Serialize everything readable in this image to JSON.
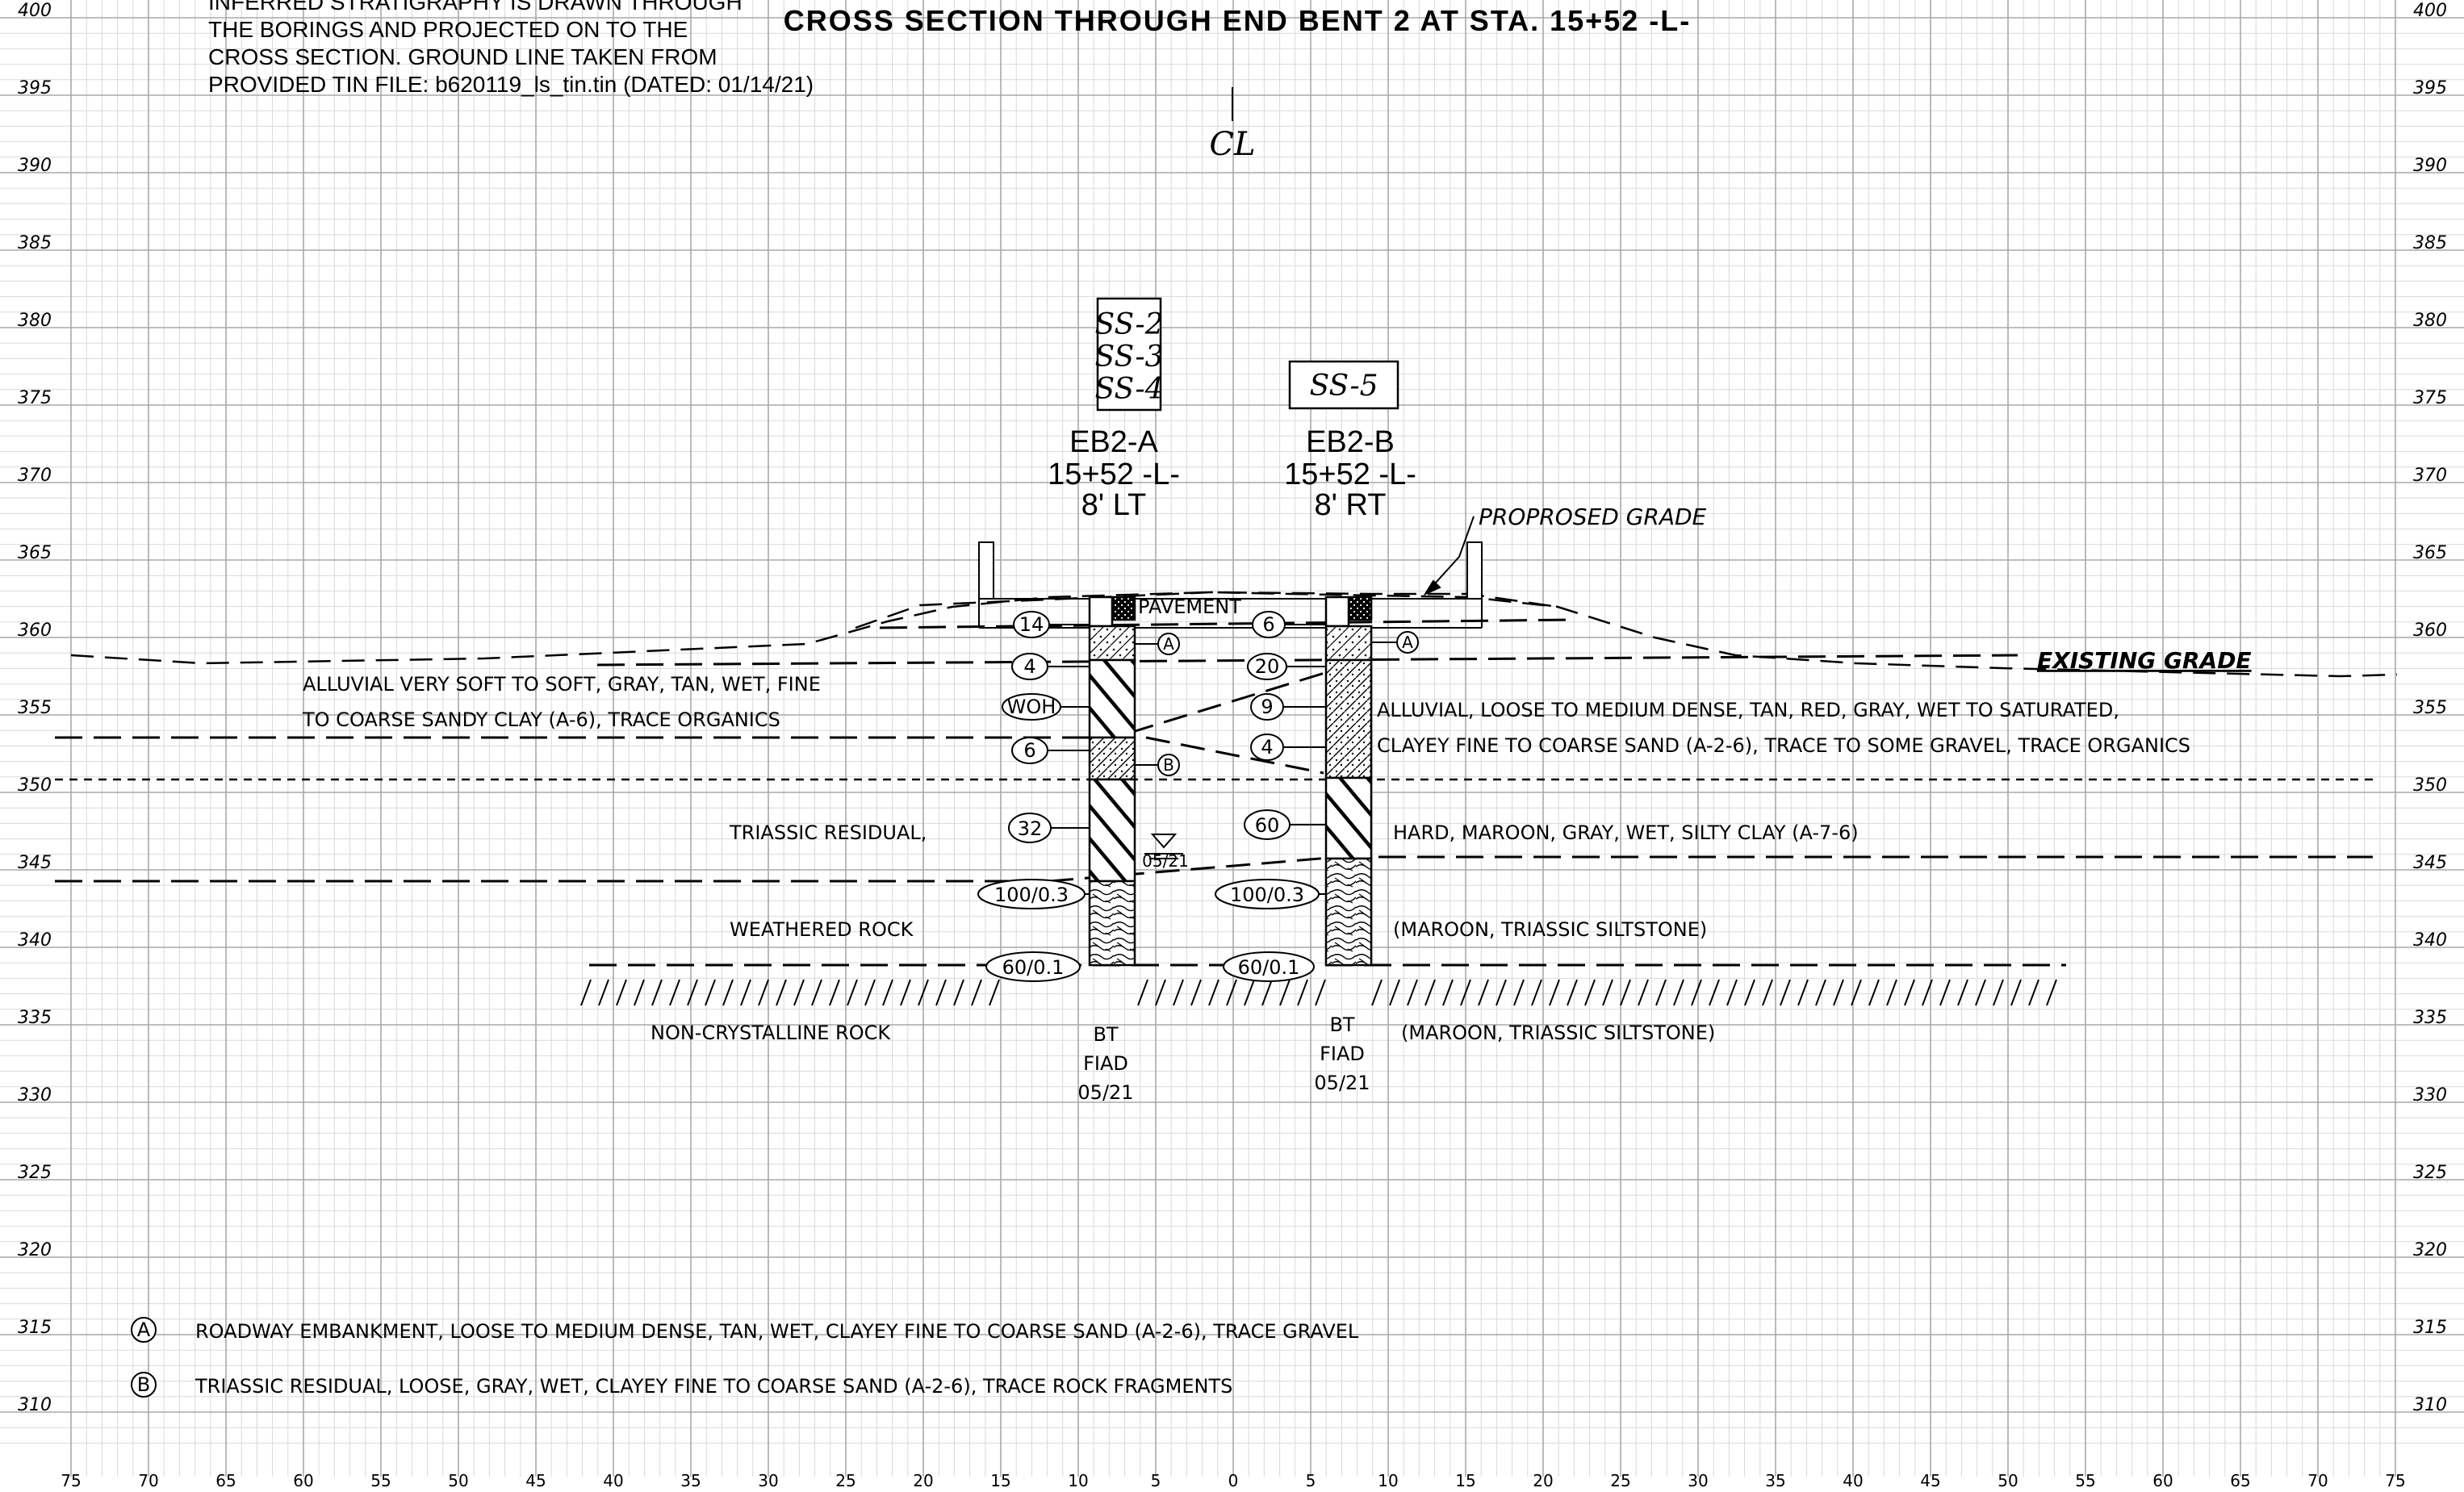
{
  "title": "CROSS SECTION THROUGH END BENT 2 AT STA. 15+52 -L-",
  "note_lines": [
    "INFERRED STRATIGRAPHY IS DRAWN THROUGH",
    "THE BORINGS AND PROJECTED ON TO THE",
    "CROSS SECTION.  GROUND LINE TAKEN FROM",
    "PROVIDED TIN FILE: b620119_ls_tin.tin (DATED: 01/14/21)"
  ],
  "centerline_symbol": "CL",
  "elevation_labels": [
    "400",
    "395",
    "390",
    "385",
    "380",
    "375",
    "370",
    "365",
    "360",
    "355",
    "350",
    "345",
    "340",
    "335",
    "330",
    "325",
    "320",
    "315",
    "310"
  ],
  "offset_labels": [
    "75",
    "70",
    "65",
    "60",
    "55",
    "50",
    "45",
    "40",
    "35",
    "30",
    "25",
    "20",
    "15",
    "10",
    "5",
    "0",
    "5",
    "10",
    "15",
    "20",
    "25",
    "30",
    "35",
    "40",
    "45",
    "50",
    "55",
    "60",
    "65",
    "70",
    "75"
  ],
  "borings": [
    {
      "id": "EB2-A",
      "station": "15+52 -L-",
      "offset": "8' LT",
      "samples": [
        "SS-2",
        "SS-3",
        "SS-4"
      ],
      "blow_counts": [
        "14",
        "4",
        "WOH",
        "6",
        "32",
        "100/0.3",
        "60/0.1"
      ],
      "footer": [
        "BT",
        "FIAD",
        "05/21"
      ],
      "water_date": "05/21"
    },
    {
      "id": "EB2-B",
      "station": "15+52 -L-",
      "offset": "8' RT",
      "samples": [
        "SS-5"
      ],
      "blow_counts": [
        "6",
        "20",
        "9",
        "4",
        "60",
        "100/0.3",
        "60/0.1"
      ],
      "footer": [
        "BT",
        "FIAD",
        "05/21"
      ]
    }
  ],
  "labels": {
    "pavement": "PAVEMENT",
    "proposed_grade": "PROPROSED GRADE",
    "existing_grade": "EXISTING GRADE",
    "left_alluvial_1": "ALLUVIAL  VERY SOFT TO SOFT, GRAY, TAN, WET, FINE",
    "left_alluvial_2": "TO COARSE SANDY CLAY (A-6), TRACE ORGANICS",
    "right_alluvial_1": "ALLUVIAL, LOOSE TO MEDIUM DENSE, TAN, RED, GRAY, WET TO SATURATED,",
    "right_alluvial_2": "CLAYEY FINE TO COARSE SAND (A-2-6), TRACE TO SOME GRAVEL, TRACE ORGANICS",
    "triassic_residual": "TRIASSIC RESIDUAL,",
    "hard_clay": "HARD, MAROON, GRAY, WET, SILTY CLAY (A-7-6)",
    "weathered_rock": "WEATHERED ROCK",
    "maroon_siltstone": "(MAROON, TRIASSIC SILTSTONE)",
    "non_crystalline": "NON-CRYSTALLINE ROCK",
    "maroon_siltstone_2": "(MAROON, TRIASSIC SILTSTONE)"
  },
  "legend": [
    {
      "symbol": "A",
      "text": "ROADWAY EMBANKMENT, LOOSE TO  MEDIUM DENSE, TAN, WET, CLAYEY FINE TO COARSE SAND (A-2-6), TRACE GRAVEL"
    },
    {
      "symbol": "B",
      "text": "TRIASSIC RESIDUAL, LOOSE, GRAY, WET, CLAYEY FINE TO COARSE SAND (A-2-6), TRACE ROCK FRAGMENTS"
    }
  ],
  "colors": {
    "grid_minor": "#d9d9d9",
    "grid_major": "#a8a8a8",
    "ink": "#000000"
  }
}
